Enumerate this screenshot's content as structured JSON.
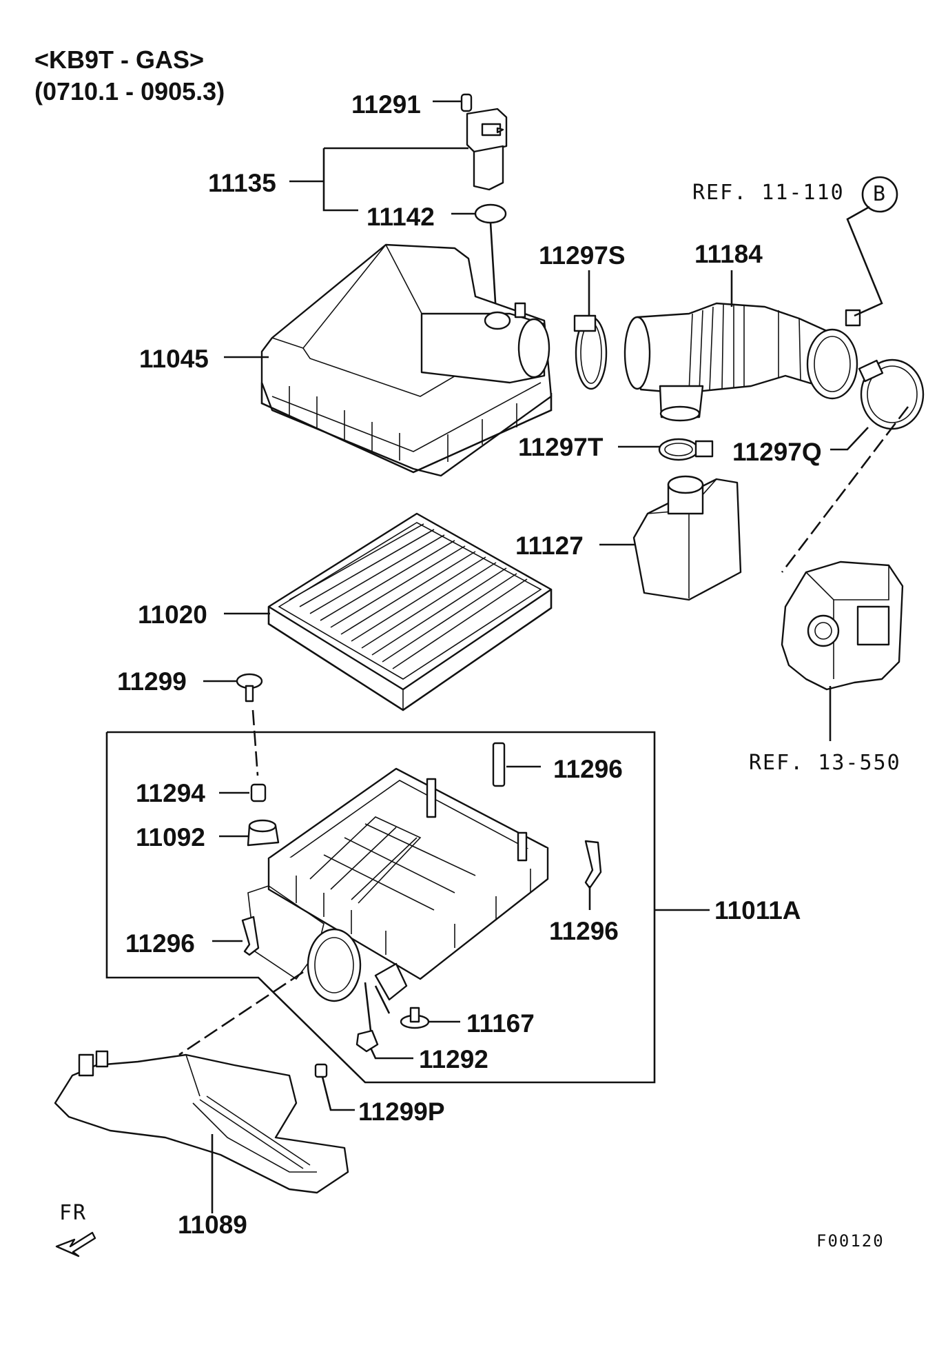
{
  "header": {
    "model": "<KB9T - GAS>",
    "date_range": "(0710.1 - 0905.3)"
  },
  "parts": {
    "p11291": "11291",
    "p11135": "11135",
    "p11142": "11142",
    "p11045": "11045",
    "p11297S": "11297S",
    "p11184": "11184",
    "p11297T": "11297T",
    "p11297Q": "11297Q",
    "p11127": "11127",
    "p11020": "11020",
    "p11299": "11299",
    "p11294": "11294",
    "p11092": "11092",
    "p11296a": "11296",
    "p11296b": "11296",
    "p11296c": "11296",
    "p11011A": "11011A",
    "p11167": "11167",
    "p11292": "11292",
    "p11299P": "11299P",
    "p11089": "11089"
  },
  "refs": {
    "ref_top": "REF. 11-110",
    "ref_top_circle": "B",
    "ref_bottom": "REF. 13-550"
  },
  "orientation": "FR",
  "figure_code": "F00120"
}
